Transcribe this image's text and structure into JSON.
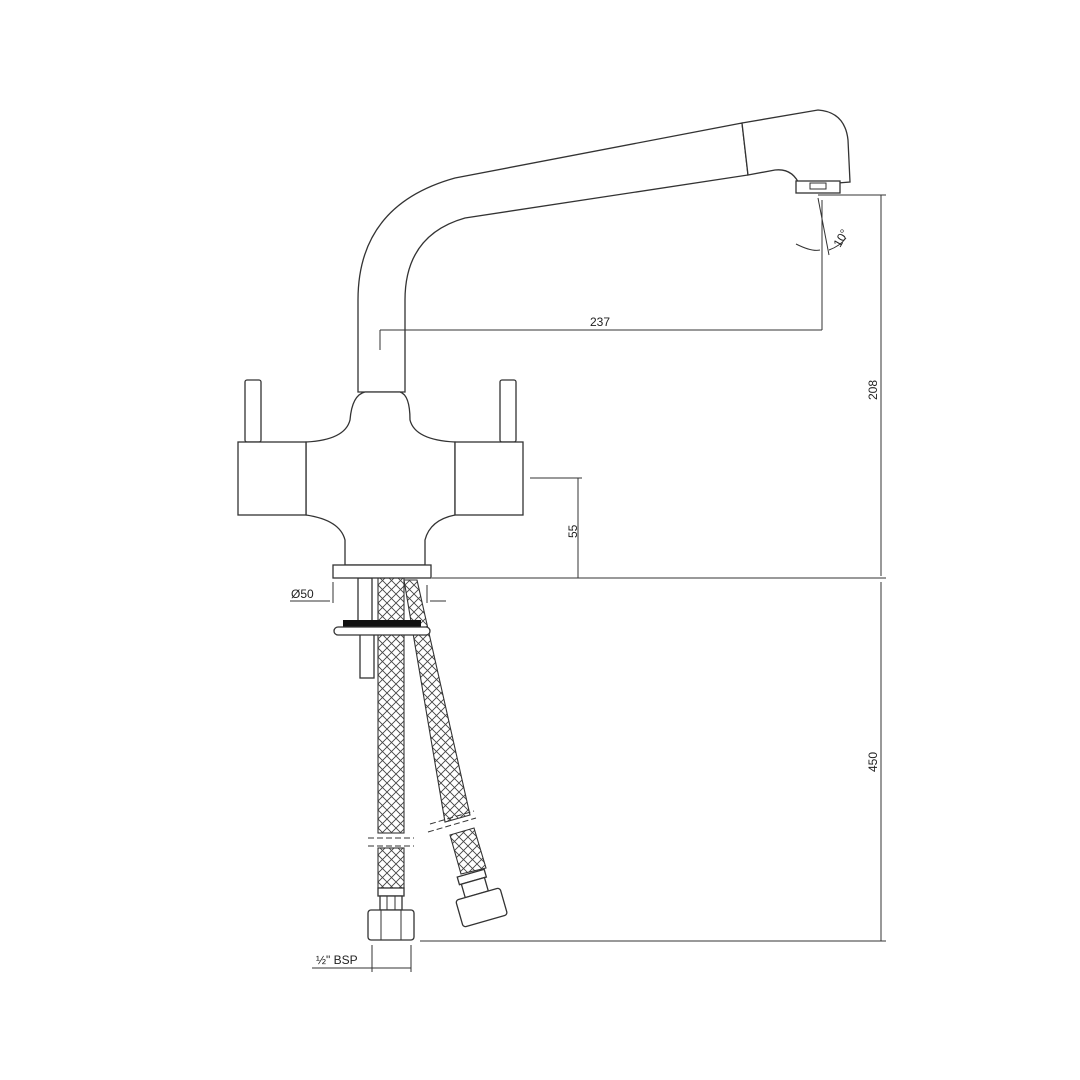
{
  "drawing": {
    "dimensions": {
      "spout_reach": "237",
      "spout_height": "208",
      "handle_height": "55",
      "hose_length": "450",
      "base_diameter": "Ø50",
      "spout_angle": "10°",
      "connection": "½\" BSP"
    },
    "line_color": "#333333",
    "background": "#ffffff"
  }
}
